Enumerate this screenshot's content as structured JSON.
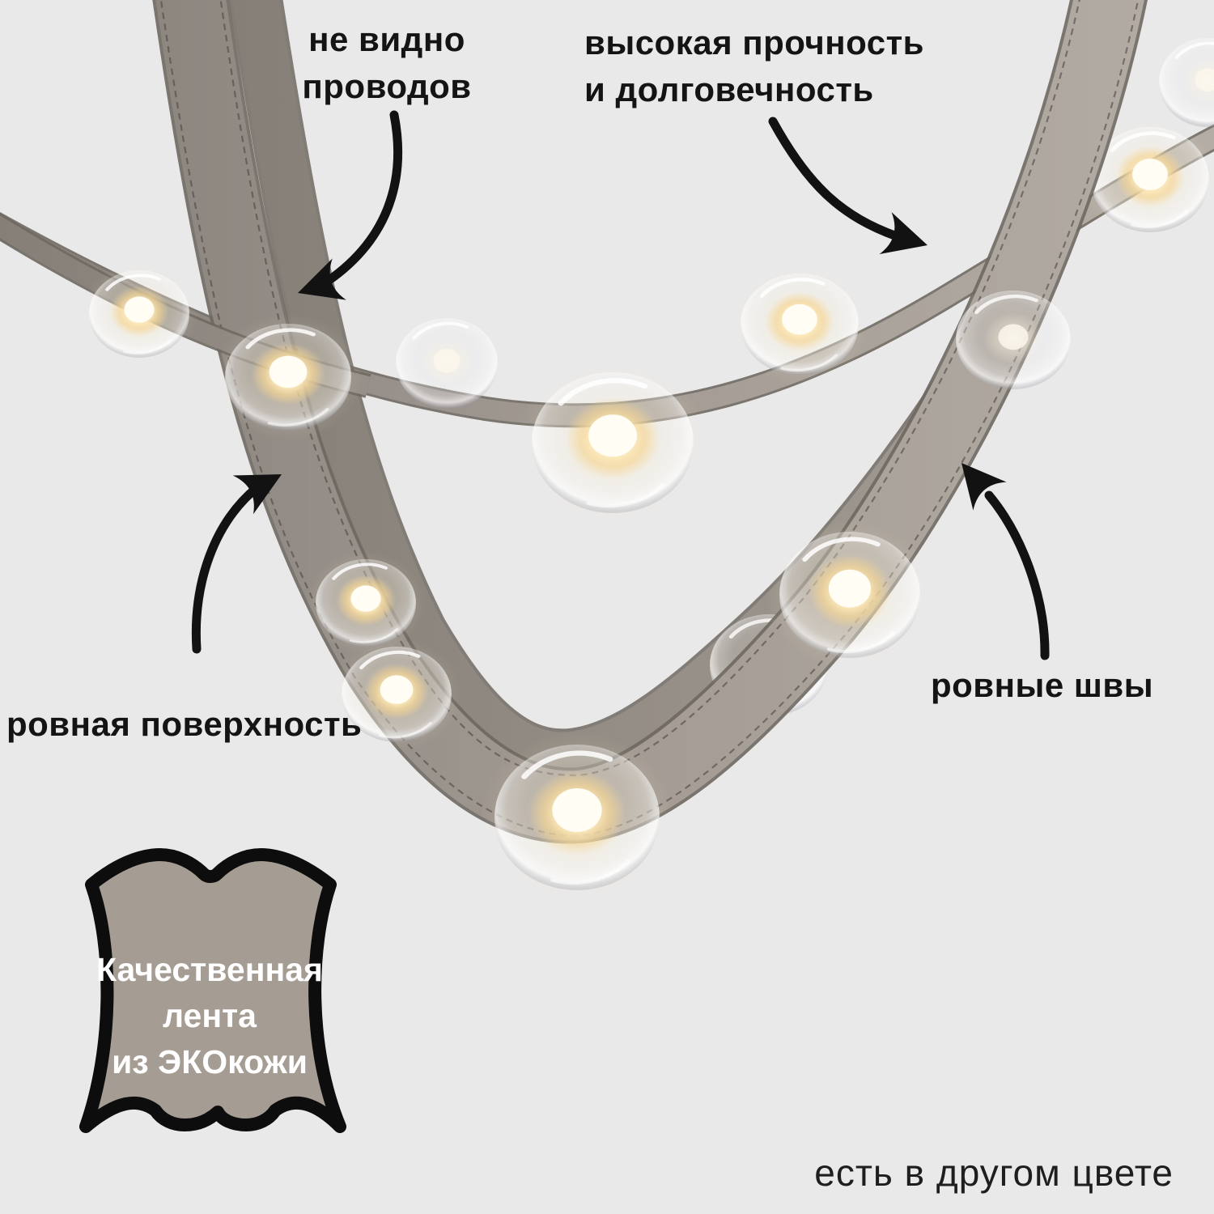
{
  "page": {
    "type": "product-feature-infographic",
    "background": "#e9e9ea"
  },
  "annotations": {
    "wires": {
      "lines": [
        "не видно",
        "проводов"
      ]
    },
    "durability": {
      "lines": [
        "высокая прочность",
        "и долговечность"
      ]
    },
    "surface": {
      "line": "ровная поверхность"
    },
    "seams": {
      "line": "ровные швы"
    }
  },
  "badge": {
    "icon": "leather-hide-icon",
    "lines": [
      "Качественная",
      "лента",
      "из ЭКОкожи"
    ],
    "fill": "#a59c93",
    "outline": "#0d0d0d",
    "text_color": "#ffffff"
  },
  "footer": {
    "note": "есть в другом цвете"
  },
  "colors": {
    "arrow": "#121212",
    "text": "#141414",
    "strap": "#a29a91",
    "strap_edge": "#6e6861",
    "glow_warm": "#f5d38f",
    "background": "#e9e9ea"
  }
}
